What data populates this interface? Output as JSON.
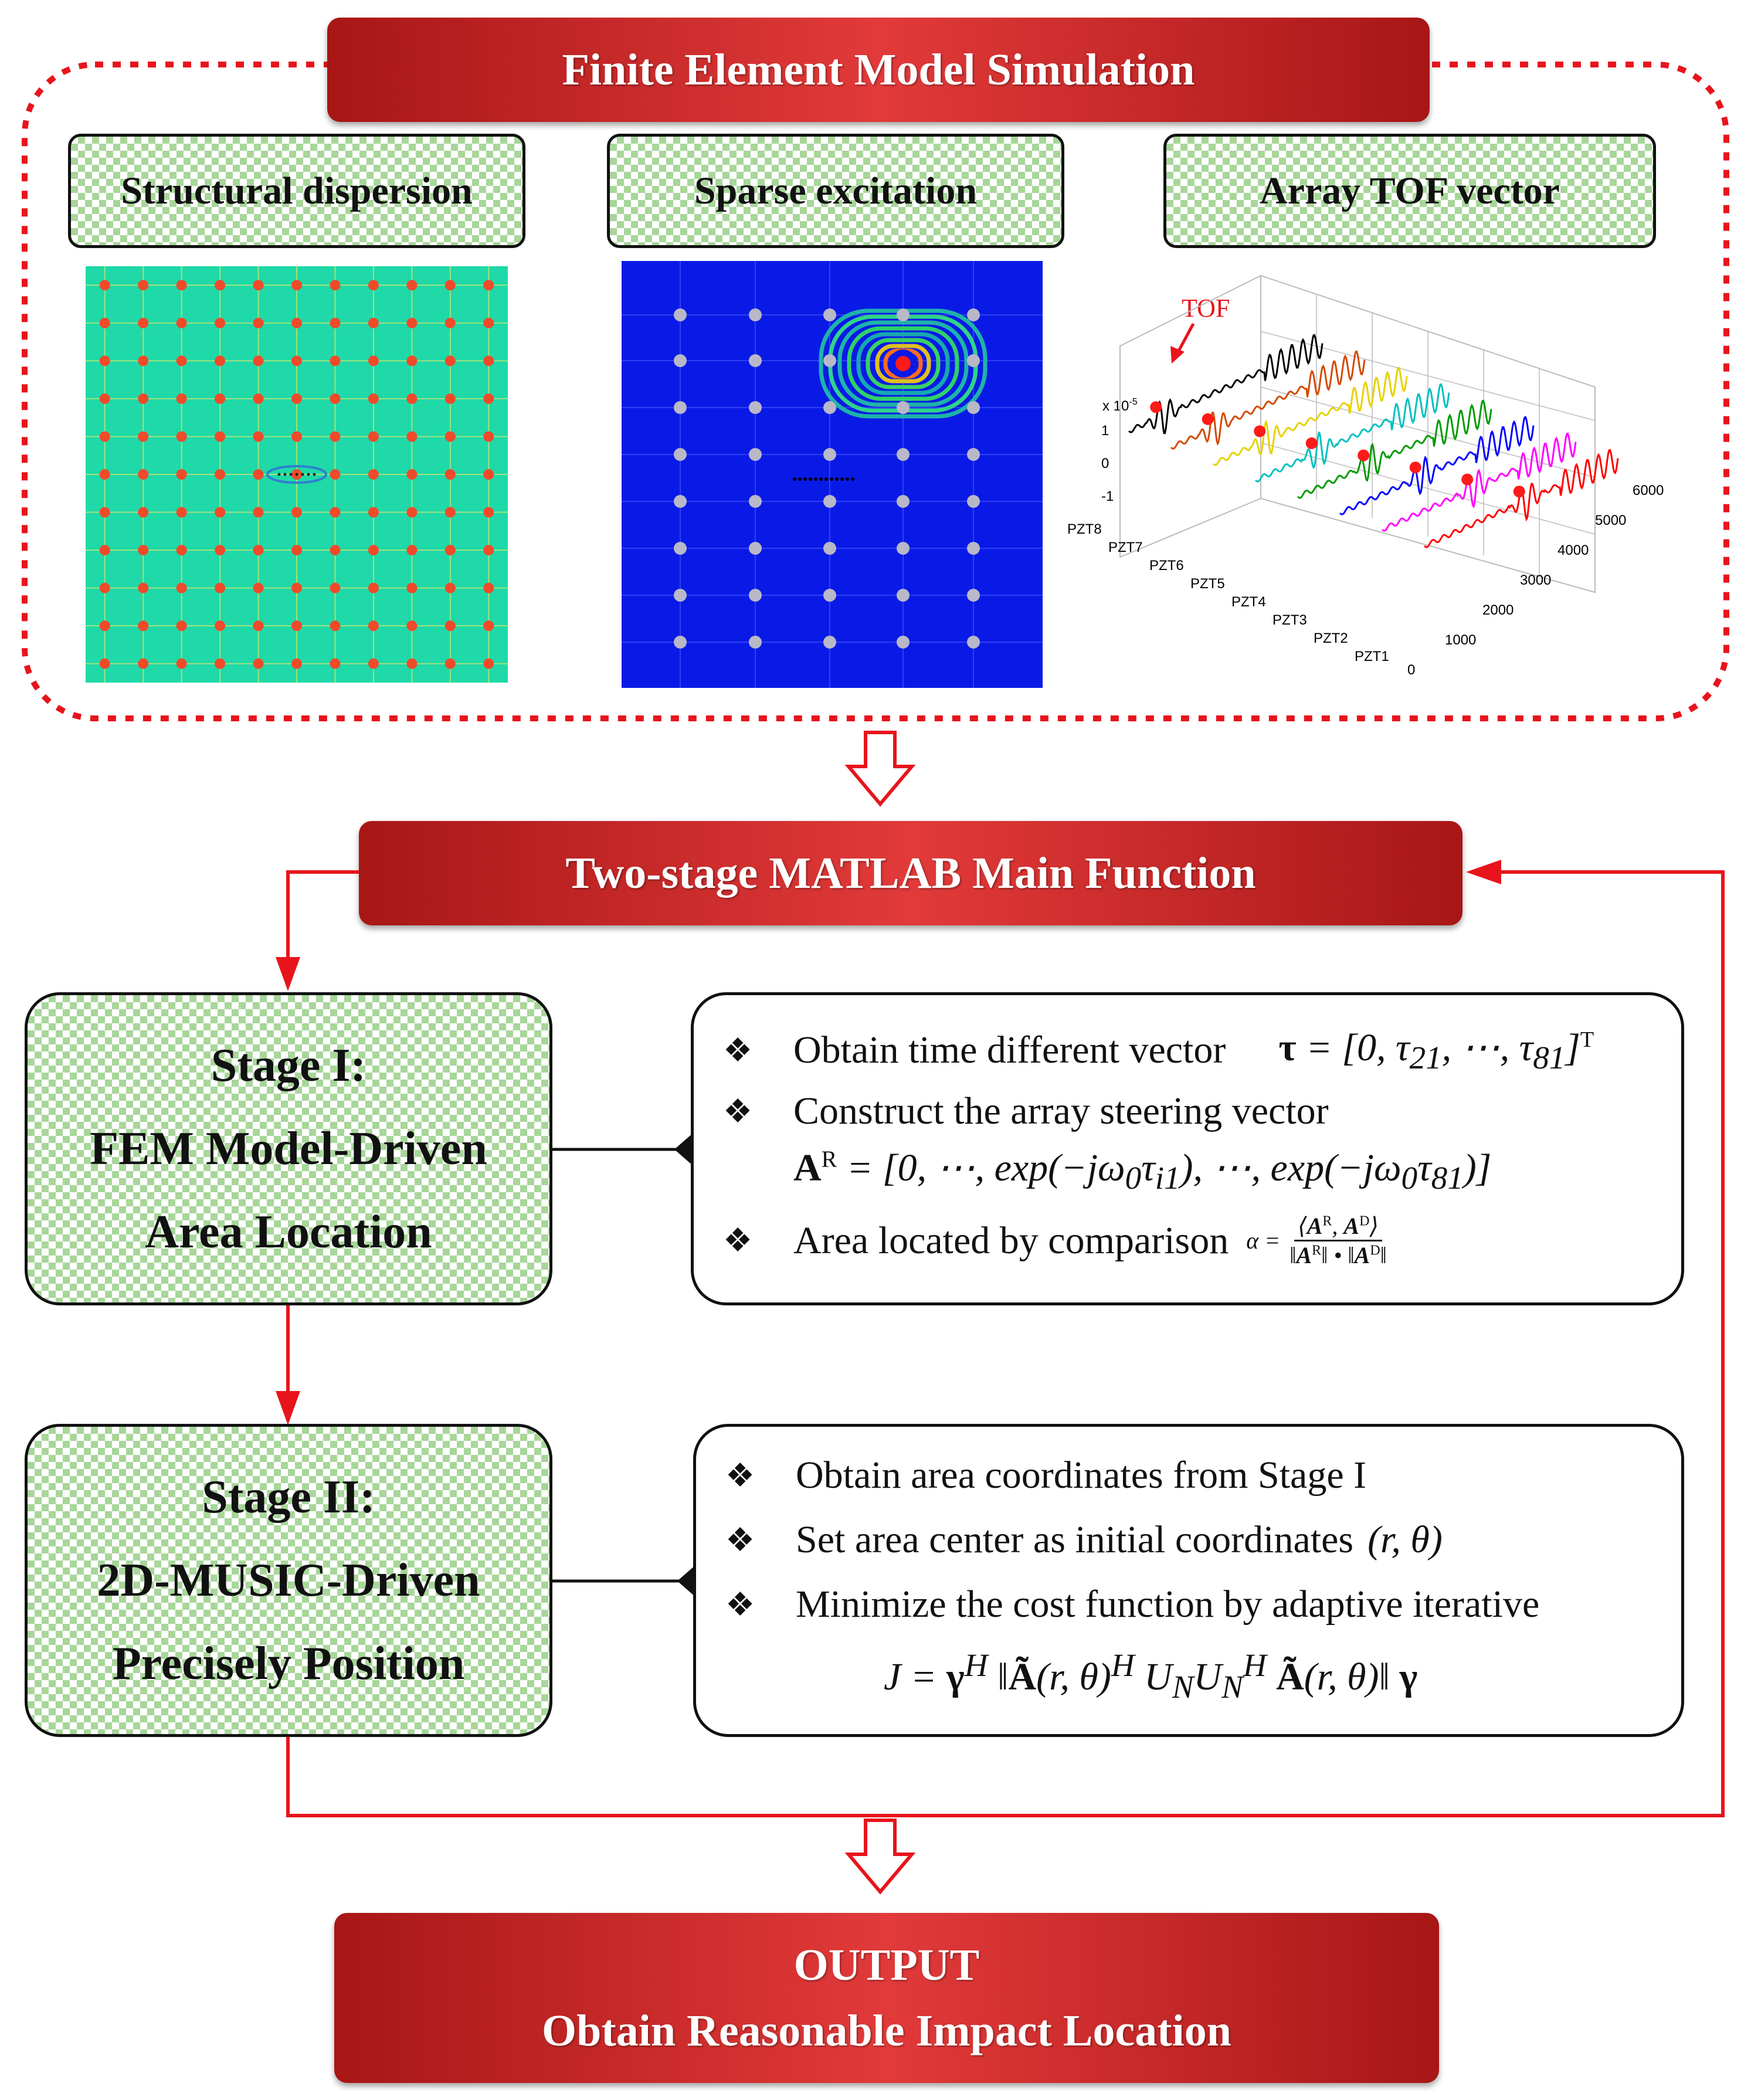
{
  "fem_section": {
    "title": "Finite Element Model Simulation",
    "panels": [
      {
        "label": "Structural dispersion"
      },
      {
        "label": "Sparse excitation"
      },
      {
        "label": "Array TOF vector"
      }
    ],
    "tof_plot": {
      "annotation": "TOF",
      "scale_label": "x 10",
      "scale_exp": "-5",
      "z_ticks": [
        "1",
        "0",
        "-1"
      ],
      "sensors": [
        "PZT8",
        "PZT7",
        "PZT6",
        "PZT5",
        "PZT4",
        "PZT3",
        "PZT2",
        "PZT1"
      ],
      "x_ticks": [
        "0",
        "1000",
        "2000",
        "3000",
        "4000",
        "5000",
        "6000"
      ],
      "colors": [
        "#000000",
        "#d24a00",
        "#e6d200",
        "#00c0c0",
        "#009a00",
        "#0000ff",
        "#ff00ff",
        "#ff0000"
      ]
    }
  },
  "main_function": {
    "title": "Two-stage MATLAB Main Function"
  },
  "stage1": {
    "lines": [
      "Stage I:",
      "FEM Model-Driven",
      "Area Location"
    ],
    "bullets": [
      "Obtain time different vector",
      "Construct the array steering vector",
      "Area located by comparison"
    ]
  },
  "stage2": {
    "lines": [
      "Stage II:",
      "2D-MUSIC-Driven",
      "Precisely Position"
    ],
    "bullets": [
      "Obtain area coordinates from Stage I",
      "Set area center as initial coordinates",
      "Minimize the cost function by adaptive iterative"
    ]
  },
  "output": {
    "line1": "OUTPUT",
    "line2": "Obtain Reasonable Impact Location"
  },
  "colors": {
    "red_accent": "#e8141c",
    "banner_dark": "#a81616",
    "checker_green": "#a8d69a",
    "plate_teal": "#1fd9a8",
    "plate_blue": "#0a1ae6"
  }
}
